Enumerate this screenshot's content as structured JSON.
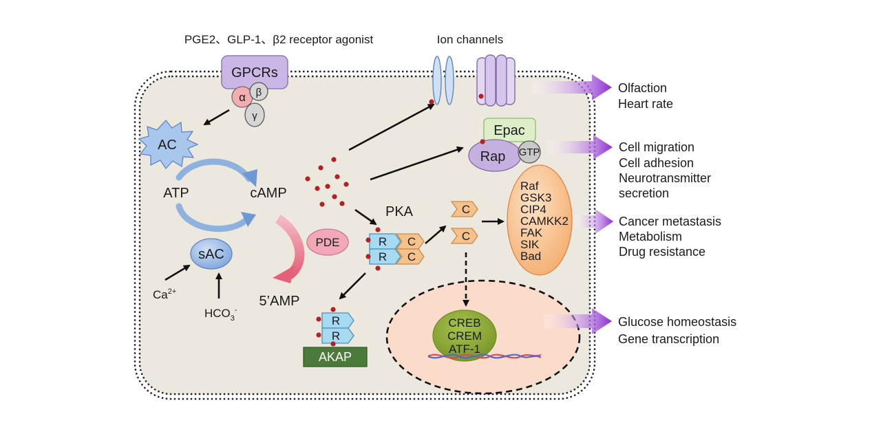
{
  "diagram": {
    "agonists": "PGE2、GLP-1、β2  receptor agonist",
    "ion_channels": "Ion channels",
    "gpcrs": "GPCRs",
    "g_alpha": "α",
    "g_beta": "β",
    "g_gamma": "γ",
    "ac": "AC",
    "atp": "ATP",
    "camp": "cAMP",
    "sac": "sAC",
    "ca_base": "Ca",
    "ca_sup": "2+",
    "hco3_base": "HCO",
    "hco3_sub": "3",
    "hco3_sup": "-",
    "pde": "PDE",
    "amp5": "5’AMP",
    "pka": "PKA",
    "r": "R",
    "c": "C",
    "akap": "AKAP",
    "epac": "Epac",
    "rap": "Rap",
    "gtp": "GTP",
    "pka_targets": [
      "Raf",
      "GSK3",
      "CIP4",
      "CAMKK2",
      "FAK",
      "SIK",
      "Bad"
    ],
    "nuclear_factors": [
      "CREB",
      "CREM",
      "ATF-1"
    ]
  },
  "outcomes": {
    "ion_channel_effects": [
      "Olfaction",
      "Heart rate"
    ],
    "epac_effects": [
      "Cell migration",
      "Cell adhesion",
      "Neurotransmitter",
      "secretion"
    ],
    "pka_effects": [
      "Cancer metastasis",
      "Metabolism",
      "Drug resistance"
    ],
    "nuclear_effects": [
      "Glucose homeostasis",
      "Gene transcription"
    ]
  },
  "colors": {
    "cell": "#ede8de",
    "gpcr": "#cbb7e6",
    "alpha": "#f3aeb3",
    "beta_gamma": "#d6d6d6",
    "ac": "#a9c6ec",
    "sac": "#8fb1de",
    "pde": "#f2a9b5",
    "regulatory": "#a6daf1",
    "catalytic": "#f5c28c",
    "akap": "#4b7a3b",
    "epac": "#dcefc9",
    "rap": "#c4b1e0",
    "nucleus": "#fbdccb",
    "transcription": "#8cad3a",
    "camp_dot": "#b02226",
    "outcome_arrow": "#8c2dd0"
  }
}
